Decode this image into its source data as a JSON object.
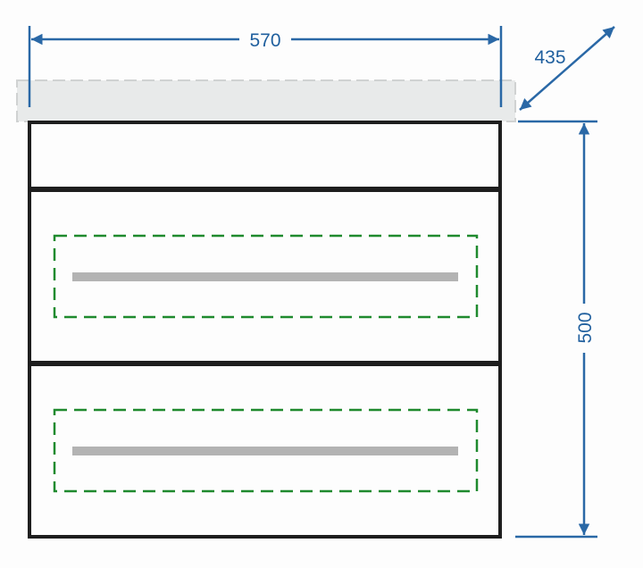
{
  "dimensions": {
    "width": "570",
    "depth": "435",
    "height": "500"
  },
  "colors": {
    "dimension": "#2a68a6",
    "frame": "#1e1e1e",
    "top": "#e8eaea",
    "drawer_outline": "#1f8a2e",
    "handle": "#b3b3b3"
  }
}
